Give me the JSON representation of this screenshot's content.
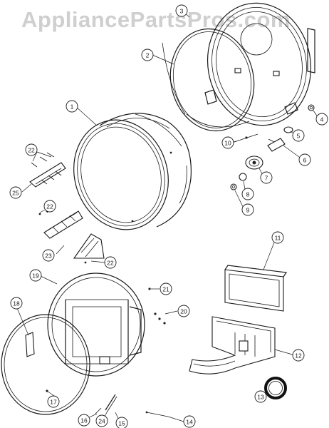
{
  "watermark": "AppliancePartsPros.com",
  "callouts": [
    "1",
    "2",
    "3",
    "4",
    "5",
    "6",
    "7",
    "8",
    "9",
    "10",
    "11",
    "12",
    "13",
    "14",
    "15",
    "16",
    "17",
    "18",
    "19",
    "20",
    "21",
    "22",
    "23",
    "24",
    "25"
  ]
}
